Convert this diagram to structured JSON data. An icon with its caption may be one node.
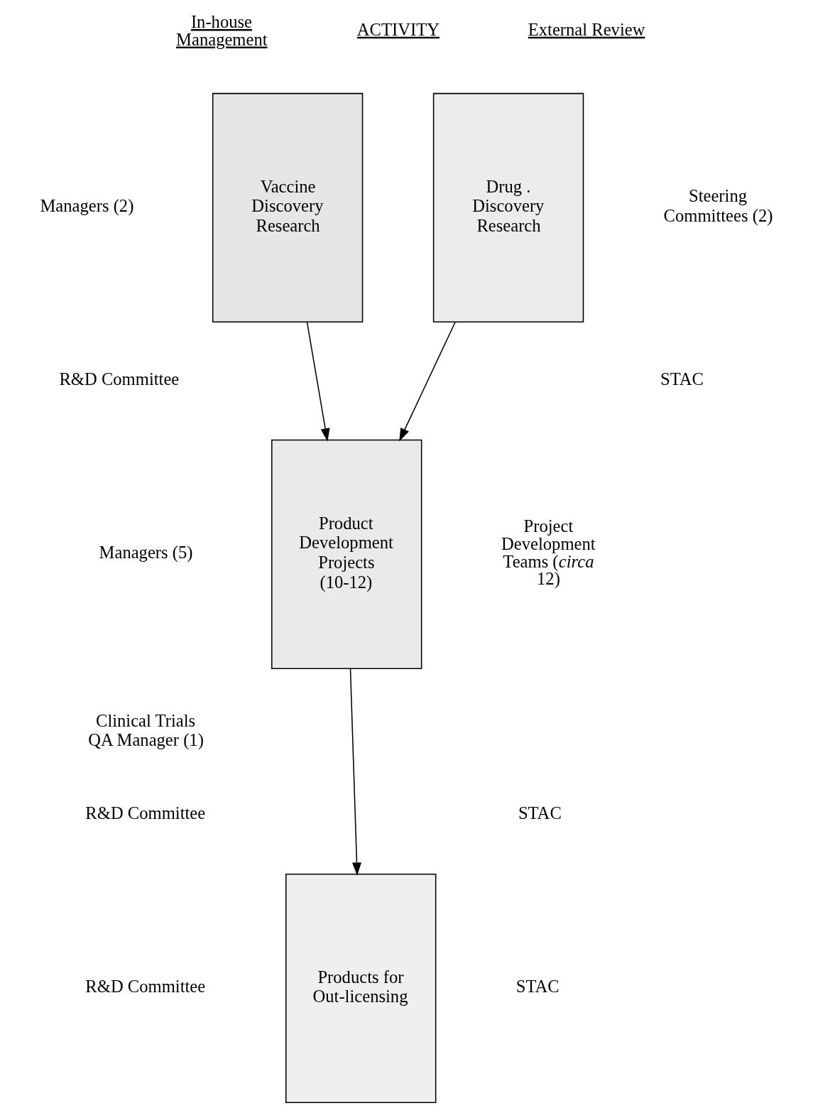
{
  "diagram": {
    "nodes": [
      {
        "text": [
          "Vaccine Discovery Research"
        ]
      },
      {
        "text": [
          "Drug . Discovery Research"
        ]
      },
      {
        "text": [
          "Product Development Projects (10-12)"
        ]
      },
      {
        "text": [
          "Products for Out-licensing"
        ]
      }
    ],
    "edges": [
      {
        "from": 0,
        "to": 2,
        "arrow": "to"
      },
      {
        "from": 1,
        "to": 2,
        "arrow": "to"
      },
      {
        "from": 2,
        "to": 3,
        "arrow": "to"
      }
    ],
    "labels": [
      "In-house Management",
      "ACTIVITY",
      "External Review",
      "Managers (2)",
      "R&D Committee",
      "Steering Committees (2)",
      "STAC",
      "Managers (5)",
      "Clinical Trials QA Manager (1)",
      "R&D Committee",
      "Project Development Teams (*circa* 12)",
      "STAC",
      "R&D Committee",
      "STAC"
    ]
  }
}
